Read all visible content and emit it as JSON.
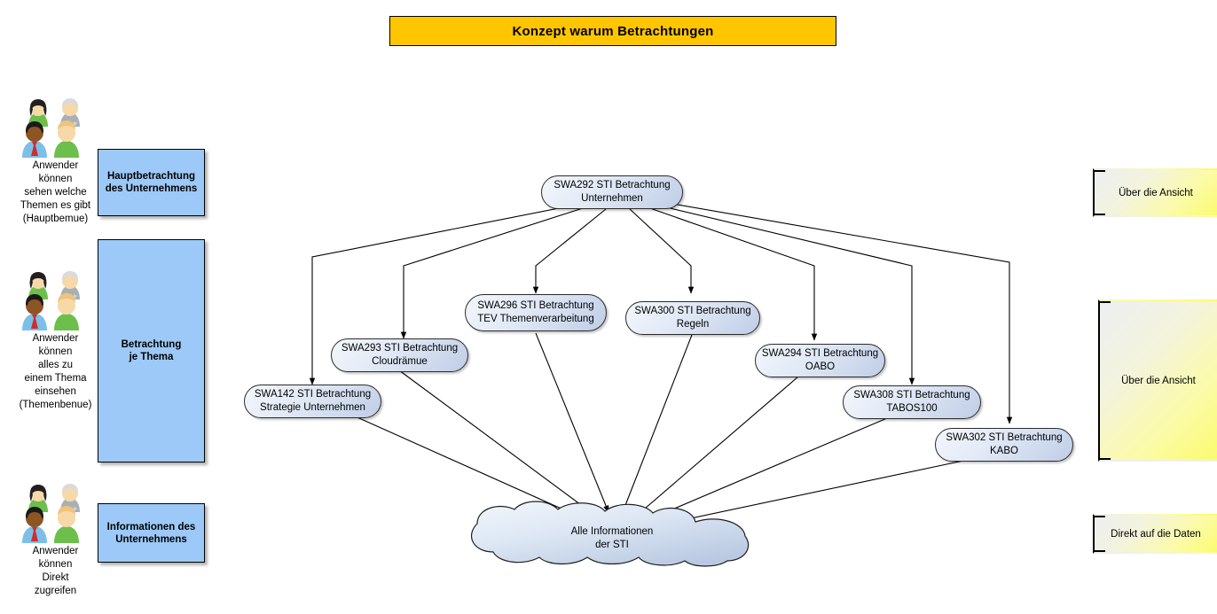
{
  "title": {
    "text": "Konzept warum Betrachtungen",
    "bg": "#FFC600"
  },
  "personas": [
    {
      "icon": "people-group-icon",
      "caption": "Anwender\nkönnen\nsehen welche\nThemen es gibt\n(Hauptbemue)"
    },
    {
      "icon": "people-group-icon",
      "caption": "Anwender\nkönnen\nalles zu\neinem Thema\neinsehen\n(Themenbenue)"
    },
    {
      "icon": "people-group-icon",
      "caption": "Anwender\nkönnen\nDirekt\nzugreifen"
    }
  ],
  "blue_boxes": [
    {
      "label": "Hauptbetrachtung\ndes Unternehmens",
      "color": "#9CC9F7"
    },
    {
      "label": "Betrachtung\nje Thema",
      "color": "#9CC9F7"
    },
    {
      "label": "Informationen des\nUnternehmens",
      "color": "#9CC9F7"
    }
  ],
  "notes": [
    {
      "label": "Über die Ansicht"
    },
    {
      "label": "Über die Ansicht"
    },
    {
      "label": "Direkt auf die Daten"
    }
  ],
  "graph": {
    "root": {
      "id": "SWA292",
      "label": "SWA292 STI Betrachtung\nUnternehmen"
    },
    "nodes": [
      {
        "id": "SWA142",
        "label": "SWA142 STI Betrachtung\nStrategie Unternehmen"
      },
      {
        "id": "SWA293",
        "label": "SWA293 STI Betrachtung\nCloudrämue"
      },
      {
        "id": "SWA296",
        "label": "SWA296 STI Betrachtung\nTEV Themenverarbeitung"
      },
      {
        "id": "SWA300",
        "label": "SWA300 STI Betrachtung\nRegeln"
      },
      {
        "id": "SWA294",
        "label": "SWA294 STI Betrachtung\nOABO"
      },
      {
        "id": "SWA308",
        "label": "SWA308 STI Betrachtung\nTABOS100"
      },
      {
        "id": "SWA302",
        "label": "SWA302 STI Betrachtung\nKABO"
      }
    ],
    "cloud": {
      "id": "ALLE",
      "label": "Alle Informationen\nder STI"
    },
    "edges_from_root": [
      "SWA142",
      "SWA293",
      "SWA296",
      "SWA300",
      "SWA294",
      "SWA308",
      "SWA302"
    ],
    "edges_to_cloud": [
      "SWA142",
      "SWA293",
      "SWA296",
      "SWA300",
      "SWA294",
      "SWA308",
      "SWA302"
    ]
  }
}
